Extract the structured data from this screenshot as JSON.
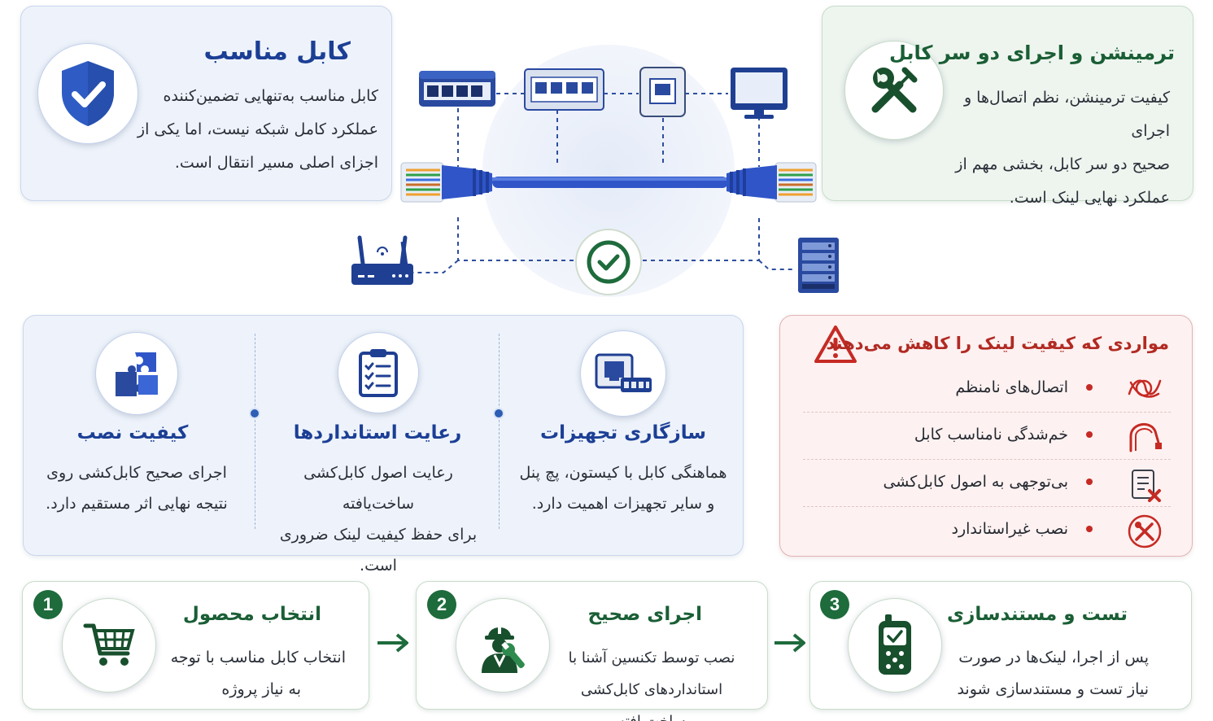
{
  "top_left": {
    "title": "کابل مناسب",
    "lines": [
      "کابل مناسب به‌تنهایی تضمین‌کننده",
      "عملکرد کامل شبکه نیست، اما یکی از",
      "اجزای اصلی مسیر انتقال است."
    ],
    "icon": "shield-check-icon"
  },
  "top_right": {
    "title": "ترمینشن و اجرای دو سر کابل",
    "lines": [
      "کیفیت ترمینشن، نظم اتصال‌ها و اجرای",
      "صحیح دو سر کابل، بخشی مهم از",
      "عملکرد نهایی لینک است."
    ],
    "icon": "tools-icon"
  },
  "middle": {
    "items": [
      {
        "title": "سازگاری تجهیزات",
        "lines": [
          "هماهنگی کابل با کیستون، پچ پنل",
          "و سایر تجهیزات اهمیت دارد."
        ],
        "icon": "patch-panel-icon"
      },
      {
        "title": "رعایت استانداردها",
        "lines": [
          "رعایت اصول کابل‌کشی ساخت‌یافته",
          "برای حفظ کیفیت لینک ضروری است."
        ],
        "icon": "checklist-icon"
      },
      {
        "title": "کیفیت نصب",
        "lines": [
          "اجرای صحیح کابل‌کشی روی",
          "نتیجه نهایی اثر مستقیم دارد."
        ],
        "icon": "puzzle-icon"
      }
    ]
  },
  "warnings": {
    "title": "مواردی که کیفیت لینک را کاهش می‌دهند",
    "items": [
      {
        "label": "اتصال‌های نامنظم",
        "icon": "tangled-wire-icon"
      },
      {
        "label": "خم‌شدگی نامناسب کابل",
        "icon": "bent-cable-icon"
      },
      {
        "label": "بی‌توجهی به اصول کابل‌کشی",
        "icon": "checklist-x-icon"
      },
      {
        "label": "نصب غیراستاندارد",
        "icon": "tools-x-icon"
      }
    ]
  },
  "steps": [
    {
      "number": "1",
      "title": "انتخاب محصول",
      "lines": [
        "انتخاب کابل مناسب با توجه",
        "به نیاز پروژه"
      ],
      "icon": "cart-icon"
    },
    {
      "number": "2",
      "title": "اجرای صحیح",
      "lines": [
        "نصب توسط تکنسین آشنا با",
        "استانداردهای کابل‌کشی ساخت‌یافته"
      ],
      "icon": "technician-icon"
    },
    {
      "number": "3",
      "title": "تست و مستندسازی",
      "lines": [
        "پس از اجرا، لینک‌ها در صورت",
        "نیاز تست و مستندسازی شوند"
      ],
      "icon": "cable-tester-icon"
    }
  ],
  "colors": {
    "blue": "#1c3f95",
    "green": "#1a5e35",
    "red": "#b12a22",
    "cable": "#2f55c8"
  }
}
